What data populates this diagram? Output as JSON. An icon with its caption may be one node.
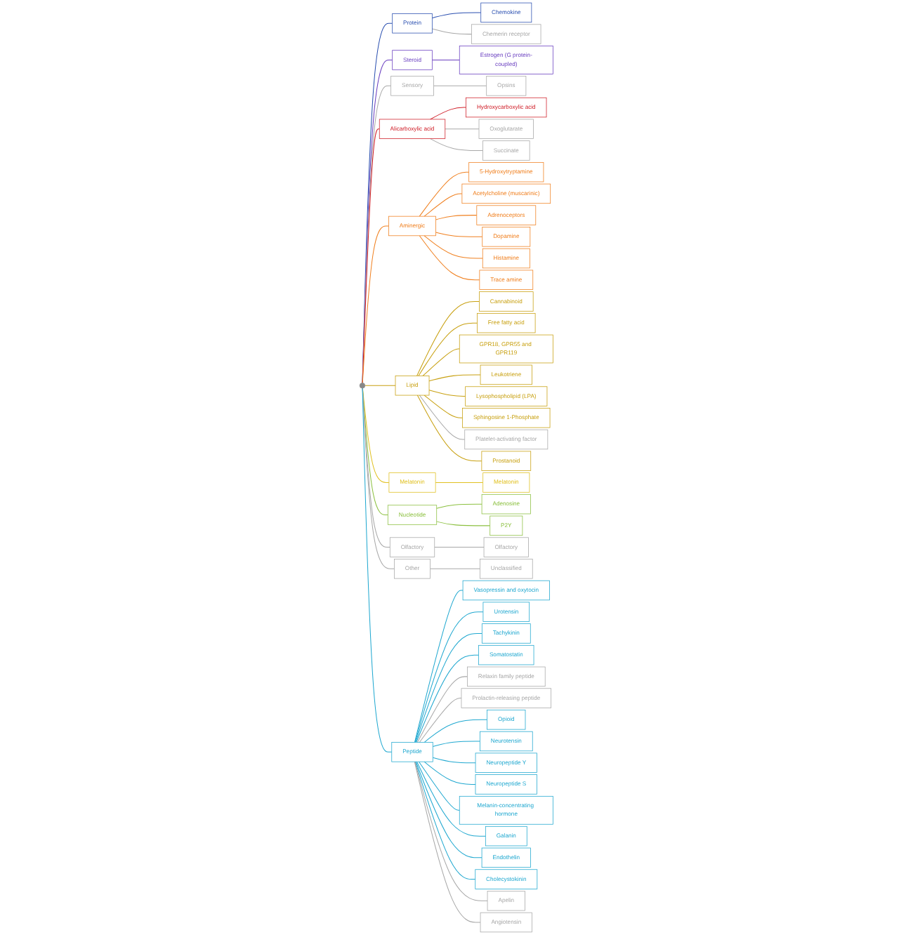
{
  "diagram": {
    "nodes": [
      {
        "text": [],
        "shape": "circle"
      },
      {
        "text": [
          "Protein"
        ]
      },
      {
        "text": [
          "Chemokine"
        ]
      },
      {
        "text": [
          "Chemerin receptor"
        ]
      },
      {
        "text": [
          "Steroid"
        ]
      },
      {
        "text": [
          "Estrogen (G protein-coupled)"
        ]
      },
      {
        "text": [
          "Sensory"
        ]
      },
      {
        "text": [
          "Opsins"
        ]
      },
      {
        "text": [
          "Alicarboxylic acid"
        ]
      },
      {
        "text": [
          "Hydroxycarboxylic acid"
        ]
      },
      {
        "text": [
          "Oxoglutarate"
        ]
      },
      {
        "text": [
          "Succinate"
        ]
      },
      {
        "text": [
          "Aminergic"
        ]
      },
      {
        "text": [
          "5-Hydroxytryptamine"
        ]
      },
      {
        "text": [
          "Acetylcholine (muscarinic)"
        ]
      },
      {
        "text": [
          "Adrenoceptors"
        ]
      },
      {
        "text": [
          "Dopamine"
        ]
      },
      {
        "text": [
          "Histamine"
        ]
      },
      {
        "text": [
          "Trace amine"
        ]
      },
      {
        "text": [
          "Lipid"
        ]
      },
      {
        "text": [
          "Cannabinoid"
        ]
      },
      {
        "text": [
          "Free fatty acid"
        ]
      },
      {
        "text": [
          "GPR18, GPR55 and GPR119"
        ]
      },
      {
        "text": [
          "Leukotriene"
        ]
      },
      {
        "text": [
          "Lysophospholipid (LPA)"
        ]
      },
      {
        "text": [
          "Sphingosine 1-Phosphate"
        ]
      },
      {
        "text": [
          "Platelet-activating factor"
        ]
      },
      {
        "text": [
          "Prostanoid"
        ]
      },
      {
        "text": [
          "Melatonin"
        ]
      },
      {
        "text": [
          "Melatonin"
        ]
      },
      {
        "text": [
          "Nucleotide"
        ]
      },
      {
        "text": [
          "Adenosine"
        ]
      },
      {
        "text": [
          "P2Y"
        ]
      },
      {
        "text": [
          "Olfactory"
        ]
      },
      {
        "text": [
          "Olfactory"
        ]
      },
      {
        "text": [
          "Other"
        ]
      },
      {
        "text": [
          "Unclassified"
        ]
      },
      {
        "text": [
          "Peptide"
        ]
      },
      {
        "text": [
          "Vasopressin and oxytocin"
        ]
      },
      {
        "text": [
          "Urotensin"
        ]
      },
      {
        "text": [
          "Tachykinin"
        ]
      },
      {
        "text": [
          "Somatostatin"
        ]
      },
      {
        "text": [
          "Relaxin family peptide"
        ]
      },
      {
        "text": [
          "Prolactin-releasing peptide"
        ]
      },
      {
        "text": [
          "Opioid"
        ]
      },
      {
        "text": [
          "Neurotensin"
        ]
      },
      {
        "text": [
          "Neuropeptide Y"
        ]
      },
      {
        "text": [
          "Neuropeptide S"
        ]
      },
      {
        "text": [
          "Melanin-concentrating hormone"
        ]
      },
      {
        "text": [
          "Galanin"
        ]
      },
      {
        "text": [
          "Endothelin"
        ]
      },
      {
        "text": [
          "Cholecystokinin"
        ]
      },
      {
        "text": [
          "Apelin"
        ]
      },
      {
        "text": [
          "Angiotensin"
        ]
      }
    ],
    "edges": [
      {
        "from": 0,
        "to": 1,
        "arrow": "none",
        "color": "#2a4fb0"
      },
      {
        "from": 1,
        "to": 2,
        "arrow": "none",
        "color": "#2a4fb0"
      },
      {
        "from": 1,
        "to": 3,
        "arrow": "none",
        "color": "#a8a8a8"
      },
      {
        "from": 0,
        "to": 4,
        "arrow": "none",
        "color": "#6a3fc0"
      },
      {
        "from": 4,
        "to": 5,
        "arrow": "none",
        "color": "#6a3fc0"
      },
      {
        "from": 0,
        "to": 6,
        "arrow": "none",
        "color": "#a8a8a8"
      },
      {
        "from": 6,
        "to": 7,
        "arrow": "none",
        "color": "#a8a8a8"
      },
      {
        "from": 0,
        "to": 8,
        "arrow": "none",
        "color": "#d0202a"
      },
      {
        "from": 8,
        "to": 9,
        "arrow": "none",
        "color": "#d0202a"
      },
      {
        "from": 8,
        "to": 10,
        "arrow": "none",
        "color": "#a8a8a8"
      },
      {
        "from": 8,
        "to": 11,
        "arrow": "none",
        "color": "#a8a8a8"
      },
      {
        "from": 0,
        "to": 12,
        "arrow": "none",
        "color": "#f08020"
      },
      {
        "from": 12,
        "to": 13,
        "arrow": "none",
        "color": "#f08020"
      },
      {
        "from": 12,
        "to": 14,
        "arrow": "none",
        "color": "#f08020"
      },
      {
        "from": 12,
        "to": 15,
        "arrow": "none",
        "color": "#f08020"
      },
      {
        "from": 12,
        "to": 16,
        "arrow": "none",
        "color": "#f08020"
      },
      {
        "from": 12,
        "to": 17,
        "arrow": "none",
        "color": "#f08020"
      },
      {
        "from": 12,
        "to": 18,
        "arrow": "none",
        "color": "#f08020"
      },
      {
        "from": 0,
        "to": 19,
        "arrow": "none",
        "color": "#c8a010"
      },
      {
        "from": 19,
        "to": 20,
        "arrow": "none",
        "color": "#c8a010"
      },
      {
        "from": 19,
        "to": 21,
        "arrow": "none",
        "color": "#c8a010"
      },
      {
        "from": 19,
        "to": 22,
        "arrow": "none",
        "color": "#c8a010"
      },
      {
        "from": 19,
        "to": 23,
        "arrow": "none",
        "color": "#c8a010"
      },
      {
        "from": 19,
        "to": 24,
        "arrow": "none",
        "color": "#c8a010"
      },
      {
        "from": 19,
        "to": 25,
        "arrow": "none",
        "color": "#c8a010"
      },
      {
        "from": 19,
        "to": 26,
        "arrow": "none",
        "color": "#a8a8a8"
      },
      {
        "from": 19,
        "to": 27,
        "arrow": "none",
        "color": "#c8a010"
      },
      {
        "from": 0,
        "to": 28,
        "arrow": "none",
        "color": "#e0c020"
      },
      {
        "from": 28,
        "to": 29,
        "arrow": "none",
        "color": "#e0c020"
      },
      {
        "from": 0,
        "to": 30,
        "arrow": "none",
        "color": "#8cc040"
      },
      {
        "from": 30,
        "to": 31,
        "arrow": "none",
        "color": "#8cc040"
      },
      {
        "from": 30,
        "to": 32,
        "arrow": "none",
        "color": "#8cc040"
      },
      {
        "from": 0,
        "to": 33,
        "arrow": "none",
        "color": "#a8a8a8"
      },
      {
        "from": 33,
        "to": 34,
        "arrow": "none",
        "color": "#a8a8a8"
      },
      {
        "from": 0,
        "to": 35,
        "arrow": "none",
        "color": "#a8a8a8"
      },
      {
        "from": 35,
        "to": 36,
        "arrow": "none",
        "color": "#a8a8a8"
      },
      {
        "from": 0,
        "to": 37,
        "arrow": "none",
        "color": "#20a8d0"
      },
      {
        "from": 37,
        "to": 38,
        "arrow": "none",
        "color": "#20a8d0"
      },
      {
        "from": 37,
        "to": 39,
        "arrow": "none",
        "color": "#20a8d0"
      },
      {
        "from": 37,
        "to": 40,
        "arrow": "none",
        "color": "#20a8d0"
      },
      {
        "from": 37,
        "to": 41,
        "arrow": "none",
        "color": "#20a8d0"
      },
      {
        "from": 37,
        "to": 42,
        "arrow": "none",
        "color": "#a8a8a8"
      },
      {
        "from": 37,
        "to": 43,
        "arrow": "none",
        "color": "#a8a8a8"
      },
      {
        "from": 37,
        "to": 44,
        "arrow": "none",
        "color": "#20a8d0"
      },
      {
        "from": 37,
        "to": 45,
        "arrow": "none",
        "color": "#20a8d0"
      },
      {
        "from": 37,
        "to": 46,
        "arrow": "none",
        "color": "#20a8d0"
      },
      {
        "from": 37,
        "to": 47,
        "arrow": "none",
        "color": "#20a8d0"
      },
      {
        "from": 37,
        "to": 48,
        "arrow": "none",
        "color": "#20a8d0"
      },
      {
        "from": 37,
        "to": 49,
        "arrow": "none",
        "color": "#20a8d0"
      },
      {
        "from": 37,
        "to": 50,
        "arrow": "none",
        "color": "#20a8d0"
      },
      {
        "from": 37,
        "to": 51,
        "arrow": "none",
        "color": "#20a8d0"
      },
      {
        "from": 37,
        "to": 52,
        "arrow": "none",
        "color": "#a8a8a8"
      },
      {
        "from": 37,
        "to": 53,
        "arrow": "none",
        "color": "#a8a8a8"
      }
    ]
  }
}
